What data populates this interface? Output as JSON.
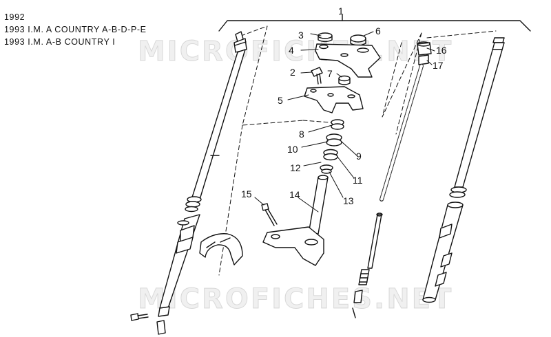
{
  "header": {
    "lines": [
      "1992",
      "1993 I.M. A COUNTRY A-B-D-P-E",
      "1993 I.M. A-B COUNTRY I"
    ]
  },
  "watermark": "MICROFICHES.NET",
  "callouts": {
    "c1": "1",
    "c2": "2",
    "c3": "3",
    "c4": "4",
    "c5": "5",
    "c6": "6",
    "c7": "7",
    "c8": "8",
    "c9": "9",
    "c10": "10",
    "c11": "11",
    "c12": "12",
    "c13": "13",
    "c14": "14",
    "c15": "15",
    "c16": "16",
    "c17": "17"
  },
  "colors": {
    "line": "#111111",
    "fill": "#ffffff",
    "shade": "#cccccc"
  }
}
